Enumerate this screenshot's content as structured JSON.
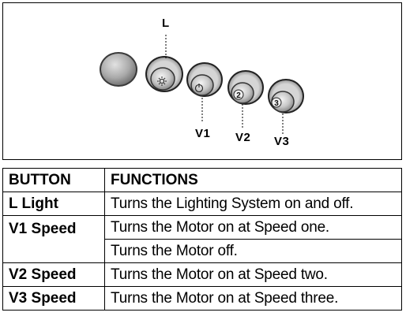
{
  "figure": {
    "labels": {
      "light": "L",
      "v1": "V1",
      "v2": "V2",
      "v3": "V3"
    },
    "knob_symbols": {
      "light": "sun-icon",
      "v1": "power-icon",
      "v2": "2",
      "v3": "3"
    }
  },
  "table": {
    "headers": {
      "button": "BUTTON",
      "functions": "FUNCTIONS"
    },
    "rows": [
      {
        "button": "L Light",
        "function": "Turns the Lighting System on and off."
      },
      {
        "button": "V1 Speed",
        "function": "Turns the Motor on at Speed one."
      },
      {
        "button": "",
        "function": "Turns the Motor off."
      },
      {
        "button": "V2 Speed",
        "function": "Turns the Motor on at Speed two."
      },
      {
        "button": "V3 Speed",
        "function": "Turns the Motor on at Speed three."
      }
    ]
  }
}
